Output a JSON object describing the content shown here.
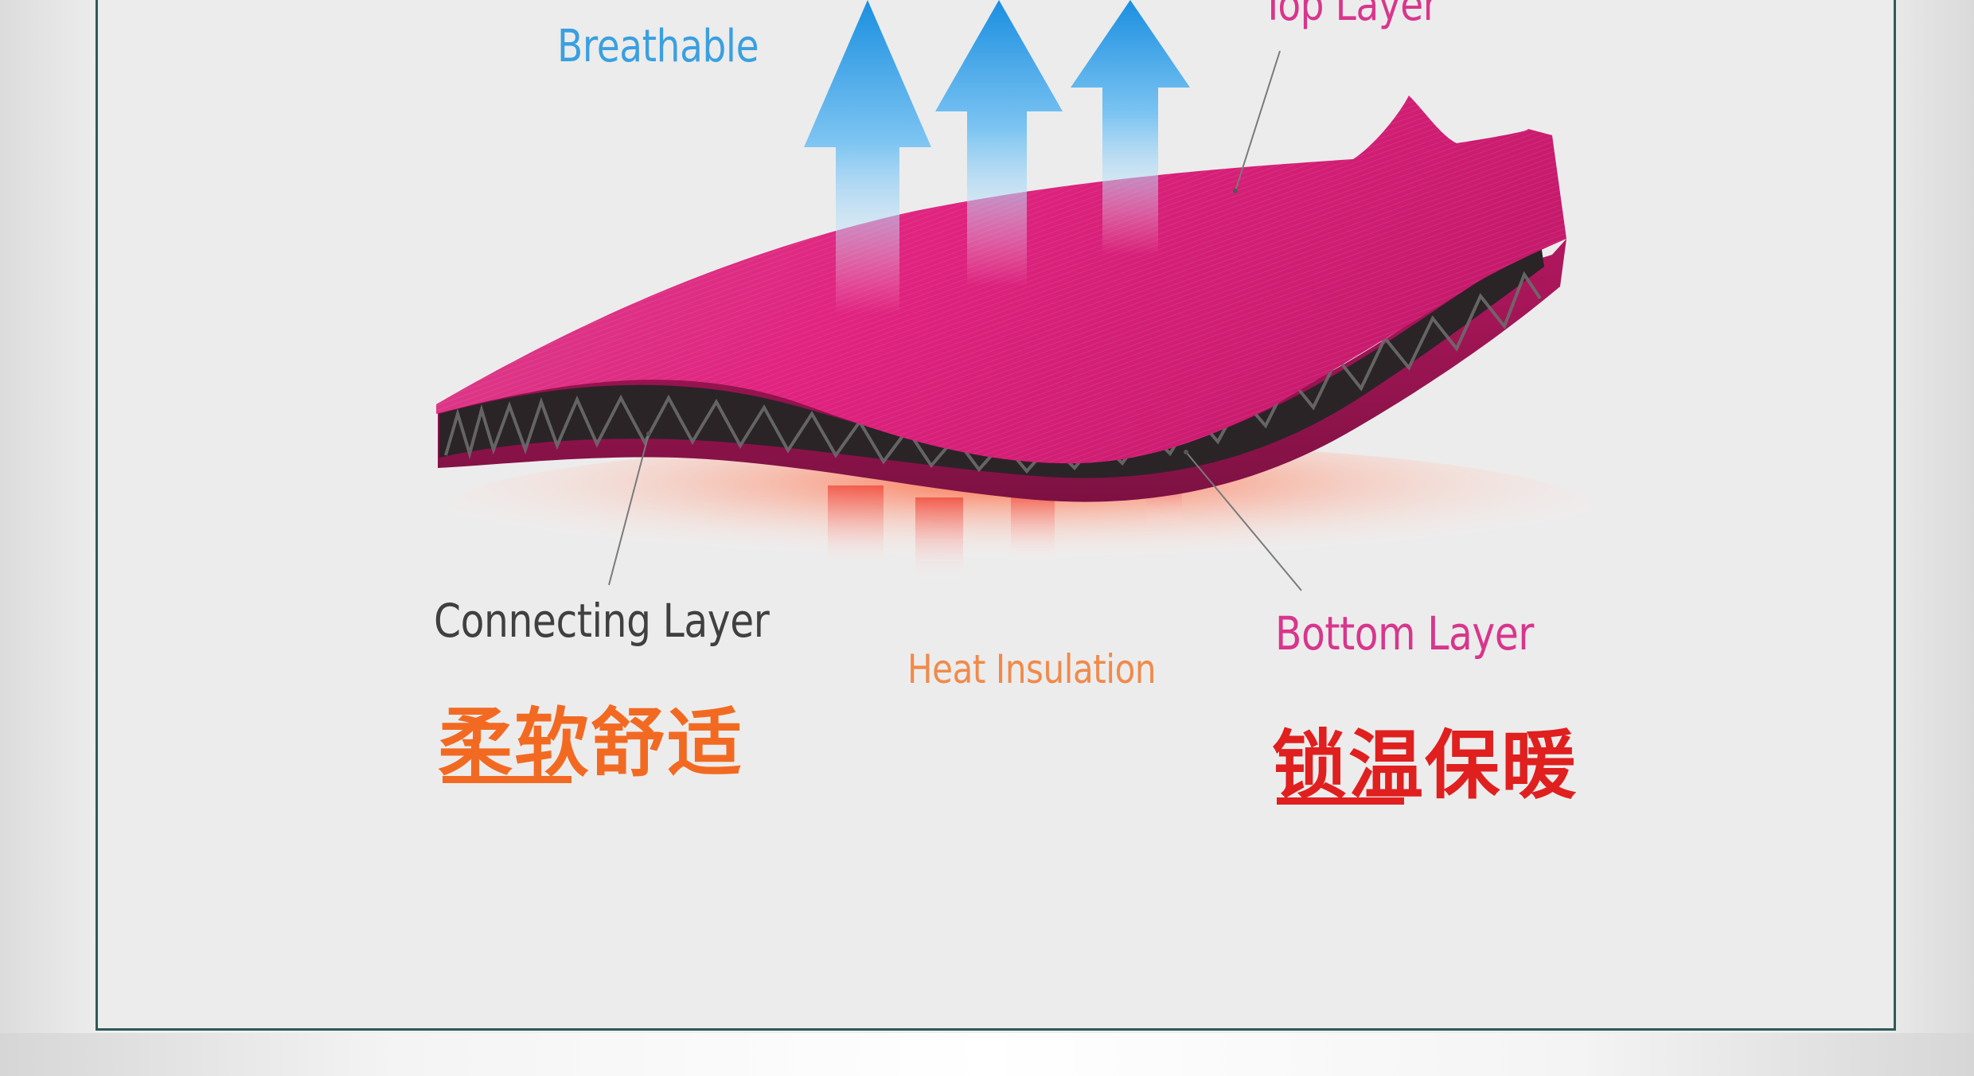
{
  "labels": {
    "breathable": "Breathable",
    "top_layer": "Top Layer",
    "connecting_layer": "Connecting Layer",
    "heat_insulation": "Heat Insulation",
    "bottom_layer": "Bottom Layer"
  },
  "captions": {
    "left": "柔软舒适",
    "right": "锁温保暖"
  },
  "colors": {
    "breathable_text": "#3aa0e0",
    "layer_text": "#d8368c",
    "heat_text": "#f08a4b",
    "caption_left": "#f26a22",
    "caption_right": "#e01f1f",
    "fabric": "#c41c72",
    "frame": "#2e5a57"
  },
  "icons": [
    "up-arrow-icon",
    "heat-glow"
  ]
}
